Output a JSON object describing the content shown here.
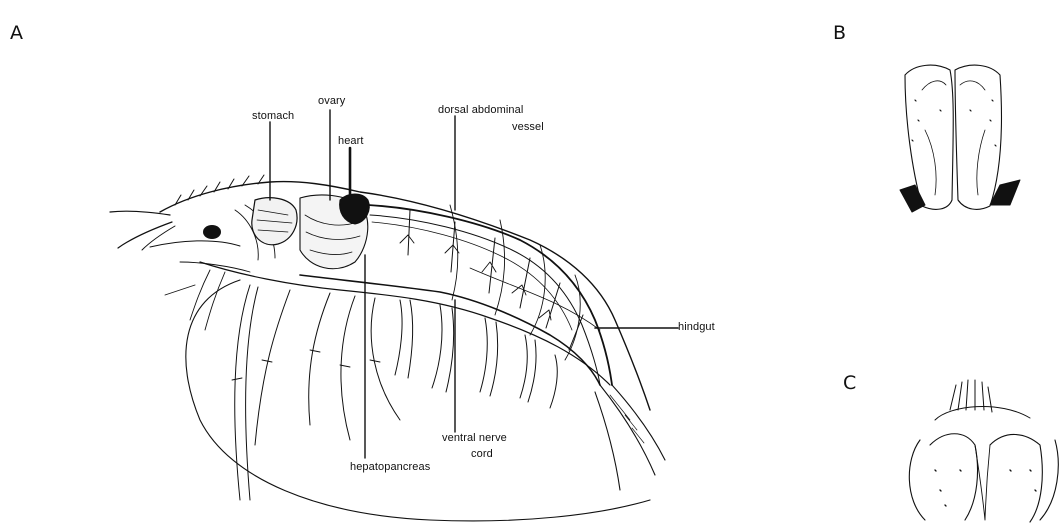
{
  "panels": {
    "a": "A",
    "b": "B",
    "c": "C"
  },
  "labels": {
    "stomach": "stomach",
    "ovary": "ovary",
    "heart": "heart",
    "dorsal_line1": "dorsal abdominal",
    "dorsal_line2": "vessel",
    "hindgut": "hindgut",
    "ventral_line1": "ventral nerve",
    "ventral_line2": "cord",
    "hepatopancreas": "hepatopancreas"
  }
}
